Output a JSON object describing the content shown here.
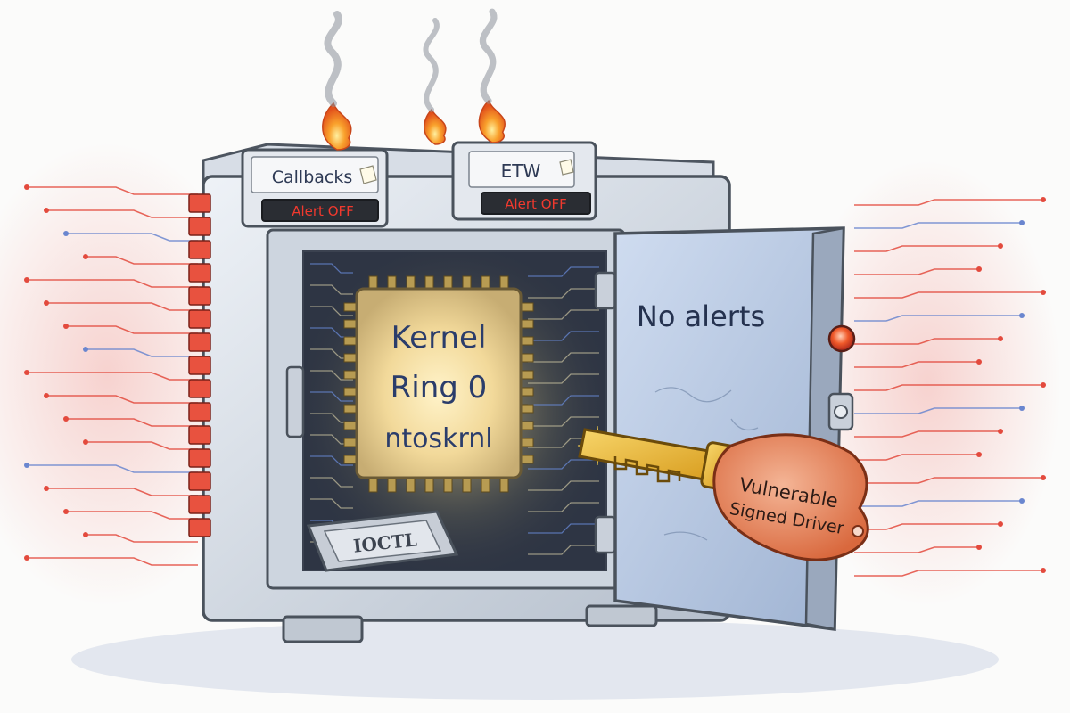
{
  "palette": {
    "paper": "#fbfbfa",
    "steel_light": "#e6ebf2",
    "steel_mid": "#b8c2cf",
    "steel_dark": "#59626e",
    "circuit_red": "#e8473b",
    "circuit_blue": "#5a7fd1",
    "chip_glow": "#f4e3ae",
    "key_gold": "#e7b431",
    "tag_orange": "#e98357",
    "alert_red": "#c62a22",
    "flame": "#f58a1f"
  },
  "modules": [
    {
      "label": "Callbacks",
      "status": "Alert OFF",
      "icon": "paper-note-icon"
    },
    {
      "label": "ETW",
      "status": "Alert OFF",
      "icon": "paper-note-icon"
    }
  ],
  "chip": {
    "line1": "Kernel",
    "line2": "Ring 0",
    "line3": "ntoskrnl"
  },
  "plate": {
    "label": "IOCTL"
  },
  "door": {
    "note": "No alerts"
  },
  "key_tag": {
    "line1": "Vulnerable",
    "line2": "Signed Driver"
  },
  "icons": [
    "flame-icon",
    "smoke-icon",
    "key-icon",
    "safe-icon",
    "indicator-light-icon",
    "hinge-icon"
  ]
}
